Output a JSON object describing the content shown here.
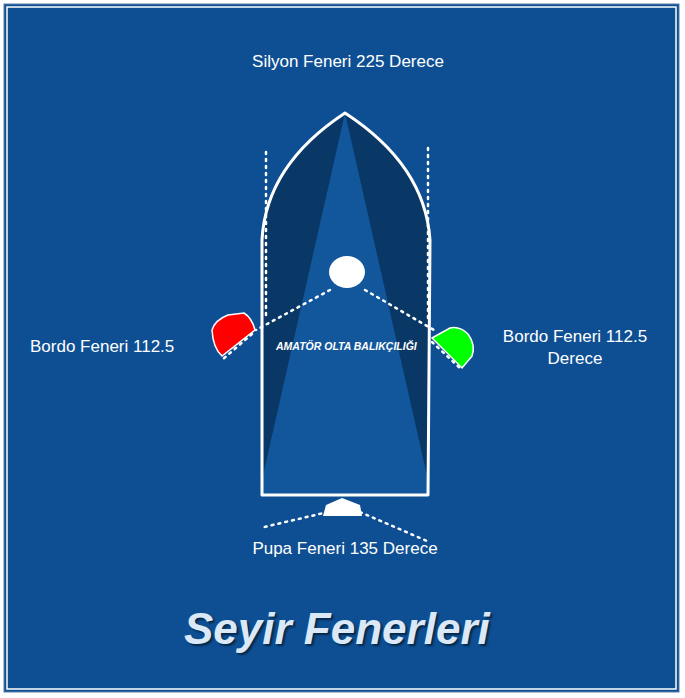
{
  "diagram": {
    "title": "Seyir Fenerleri",
    "labels": [
      "Silyon Feneri 225 Derece",
      "Bordo Feneri 112.5",
      "AMATÖR OLTA BALIKÇILIĞI",
      "Bordo Feneri 112.5 Derece",
      "Pupa Feneri 135 Derece"
    ]
  }
}
